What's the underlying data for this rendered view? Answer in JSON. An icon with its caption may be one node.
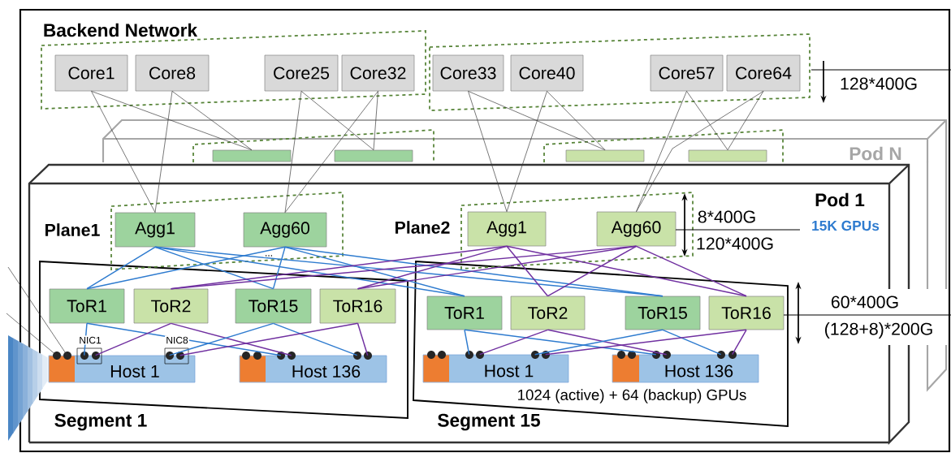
{
  "diagram": {
    "nodes": [
      {
        "text": [
          "Backend Network"
        ]
      },
      {
        "text": [
          "Core1"
        ],
        "in": 0
      },
      {
        "text": [
          "Core8"
        ],
        "in": 0
      },
      {
        "text": [
          "Core25"
        ],
        "in": 0
      },
      {
        "text": [
          "Core32"
        ],
        "in": 0
      },
      {
        "text": [
          "Core33"
        ],
        "in": 0
      },
      {
        "text": [
          "Core40"
        ],
        "in": 0
      },
      {
        "text": [
          "Core57"
        ],
        "in": 0
      },
      {
        "text": [
          "Core64"
        ],
        "in": 0
      },
      {
        "text": [
          "Pod N"
        ],
        "in": 0
      },
      {
        "text": [],
        "shape": "box",
        "in": 9
      },
      {
        "text": [],
        "shape": "box",
        "in": 9
      },
      {
        "text": [],
        "shape": "box",
        "in": 9
      },
      {
        "text": [],
        "shape": "box",
        "in": 9
      },
      {
        "text": [
          "Pod 1",
          "15K GPUs"
        ],
        "in": 0
      },
      {
        "text": [
          "Agg1"
        ],
        "in": 14
      },
      {
        "text": [
          "Agg60"
        ],
        "in": 14
      },
      {
        "text": [
          "Agg1"
        ],
        "in": 14
      },
      {
        "text": [
          "Agg60"
        ],
        "in": 14
      },
      {
        "text": [],
        "shape": "box",
        "beside": [
          "Segment 1"
        ],
        "in": 14
      },
      {
        "text": [
          "ToR1"
        ],
        "in": 19
      },
      {
        "text": [
          "ToR2"
        ],
        "in": 19
      },
      {
        "text": [
          "ToR15"
        ],
        "in": 19
      },
      {
        "text": [
          "ToR16"
        ],
        "in": 19
      },
      {
        "text": [
          "Host 1"
        ],
        "in": 19
      },
      {
        "text": [
          "Host 136"
        ],
        "in": 19
      },
      {
        "text": [
          "1024 (active) + 64 (backup) GPUs"
        ],
        "beside": [
          "Segment 15"
        ],
        "in": 14
      },
      {
        "text": [
          "ToR1"
        ],
        "in": 26
      },
      {
        "text": [
          "ToR2"
        ],
        "in": 26
      },
      {
        "text": [
          "ToR15"
        ],
        "in": 26
      },
      {
        "text": [
          "ToR16"
        ],
        "in": 26
      },
      {
        "text": [
          "Host 1"
        ],
        "in": 26
      },
      {
        "text": [
          "Host 136"
        ],
        "in": 26
      }
    ],
    "edges": [
      {
        "from": 1,
        "to": 15,
        "arrow": "none"
      },
      {
        "from": 1,
        "to": 10,
        "arrow": "none"
      },
      {
        "from": 2,
        "to": 15,
        "arrow": "none"
      },
      {
        "from": 2,
        "to": 10,
        "arrow": "none"
      },
      {
        "from": 3,
        "to": 16,
        "arrow": "none"
      },
      {
        "from": 3,
        "to": 11,
        "arrow": "none"
      },
      {
        "from": 4,
        "to": 16,
        "arrow": "none"
      },
      {
        "from": 4,
        "to": 11,
        "arrow": "none"
      },
      {
        "from": 5,
        "to": 17,
        "arrow": "none"
      },
      {
        "from": 5,
        "to": 12,
        "arrow": "none"
      },
      {
        "from": 6,
        "to": 17,
        "arrow": "none"
      },
      {
        "from": 6,
        "to": 12,
        "arrow": "none"
      },
      {
        "from": 7,
        "to": 18,
        "arrow": "none"
      },
      {
        "from": 7,
        "to": 13,
        "arrow": "none"
      },
      {
        "from": 8,
        "to": 18,
        "arrow": "none"
      },
      {
        "from": 8,
        "to": 13,
        "arrow": "none"
      },
      {
        "from": 15,
        "to": 20,
        "arrow": "none",
        "color": "#2e7bcf"
      },
      {
        "from": 15,
        "to": 22,
        "arrow": "none",
        "color": "#2e7bcf"
      },
      {
        "from": 15,
        "to": 27,
        "arrow": "none",
        "color": "#2e7bcf"
      },
      {
        "from": 15,
        "to": 29,
        "arrow": "none",
        "color": "#2e7bcf"
      },
      {
        "from": 16,
        "to": 20,
        "arrow": "none",
        "color": "#2e7bcf"
      },
      {
        "from": 16,
        "to": 22,
        "arrow": "none",
        "color": "#2e7bcf"
      },
      {
        "from": 16,
        "to": 27,
        "arrow": "none",
        "color": "#2e7bcf"
      },
      {
        "from": 16,
        "to": 29,
        "arrow": "none",
        "color": "#2e7bcf"
      },
      {
        "from": 17,
        "to": 21,
        "arrow": "none",
        "color": "#7030a0"
      },
      {
        "from": 17,
        "to": 23,
        "arrow": "none",
        "color": "#7030a0"
      },
      {
        "from": 17,
        "to": 28,
        "arrow": "none",
        "color": "#7030a0"
      },
      {
        "from": 17,
        "to": 30,
        "arrow": "none",
        "color": "#7030a0"
      },
      {
        "from": 18,
        "to": 21,
        "arrow": "none",
        "color": "#7030a0"
      },
      {
        "from": 18,
        "to": 23,
        "arrow": "none",
        "color": "#7030a0"
      },
      {
        "from": 18,
        "to": 28,
        "arrow": "none",
        "color": "#7030a0"
      },
      {
        "from": 18,
        "to": 30,
        "arrow": "none",
        "color": "#7030a0"
      },
      {
        "from": 20,
        "to": 24,
        "arrow": "none",
        "color": "#2e7bcf"
      },
      {
        "from": 20,
        "to": 25,
        "arrow": "none",
        "color": "#2e7bcf"
      },
      {
        "from": 21,
        "to": 24,
        "arrow": "none",
        "color": "#7030a0"
      },
      {
        "from": 21,
        "to": 25,
        "arrow": "none",
        "color": "#7030a0"
      },
      {
        "from": 22,
        "to": 24,
        "arrow": "none",
        "color": "#2e7bcf"
      },
      {
        "from": 22,
        "to": 25,
        "arrow": "none",
        "color": "#2e7bcf"
      },
      {
        "from": 23,
        "to": 24,
        "arrow": "none",
        "color": "#7030a0"
      },
      {
        "from": 23,
        "to": 25,
        "arrow": "none",
        "color": "#7030a0"
      },
      {
        "from": 27,
        "to": 31,
        "arrow": "none",
        "color": "#2e7bcf"
      },
      {
        "from": 27,
        "to": 32,
        "arrow": "none",
        "color": "#2e7bcf"
      },
      {
        "from": 28,
        "to": 31,
        "arrow": "none",
        "color": "#7030a0"
      },
      {
        "from": 28,
        "to": 32,
        "arrow": "none",
        "color": "#7030a0"
      },
      {
        "from": 29,
        "to": 31,
        "arrow": "none",
        "color": "#2e7bcf"
      },
      {
        "from": 29,
        "to": 32,
        "arrow": "none",
        "color": "#2e7bcf"
      },
      {
        "from": 30,
        "to": 31,
        "arrow": "none",
        "color": "#7030a0"
      },
      {
        "from": 30,
        "to": 32,
        "arrow": "none",
        "color": "#7030a0"
      },
      {
        "from": null,
        "to": 24,
        "arrow": "none"
      },
      {
        "from": null,
        "to": 24,
        "arrow": "none"
      }
    ],
    "labels": [
      "Plane1",
      "Plane2",
      "...",
      "128*400G",
      "8*400G",
      "120*400G",
      "60*400G",
      "(128+8)*200G",
      "NIC1",
      "NIC8"
    ]
  }
}
